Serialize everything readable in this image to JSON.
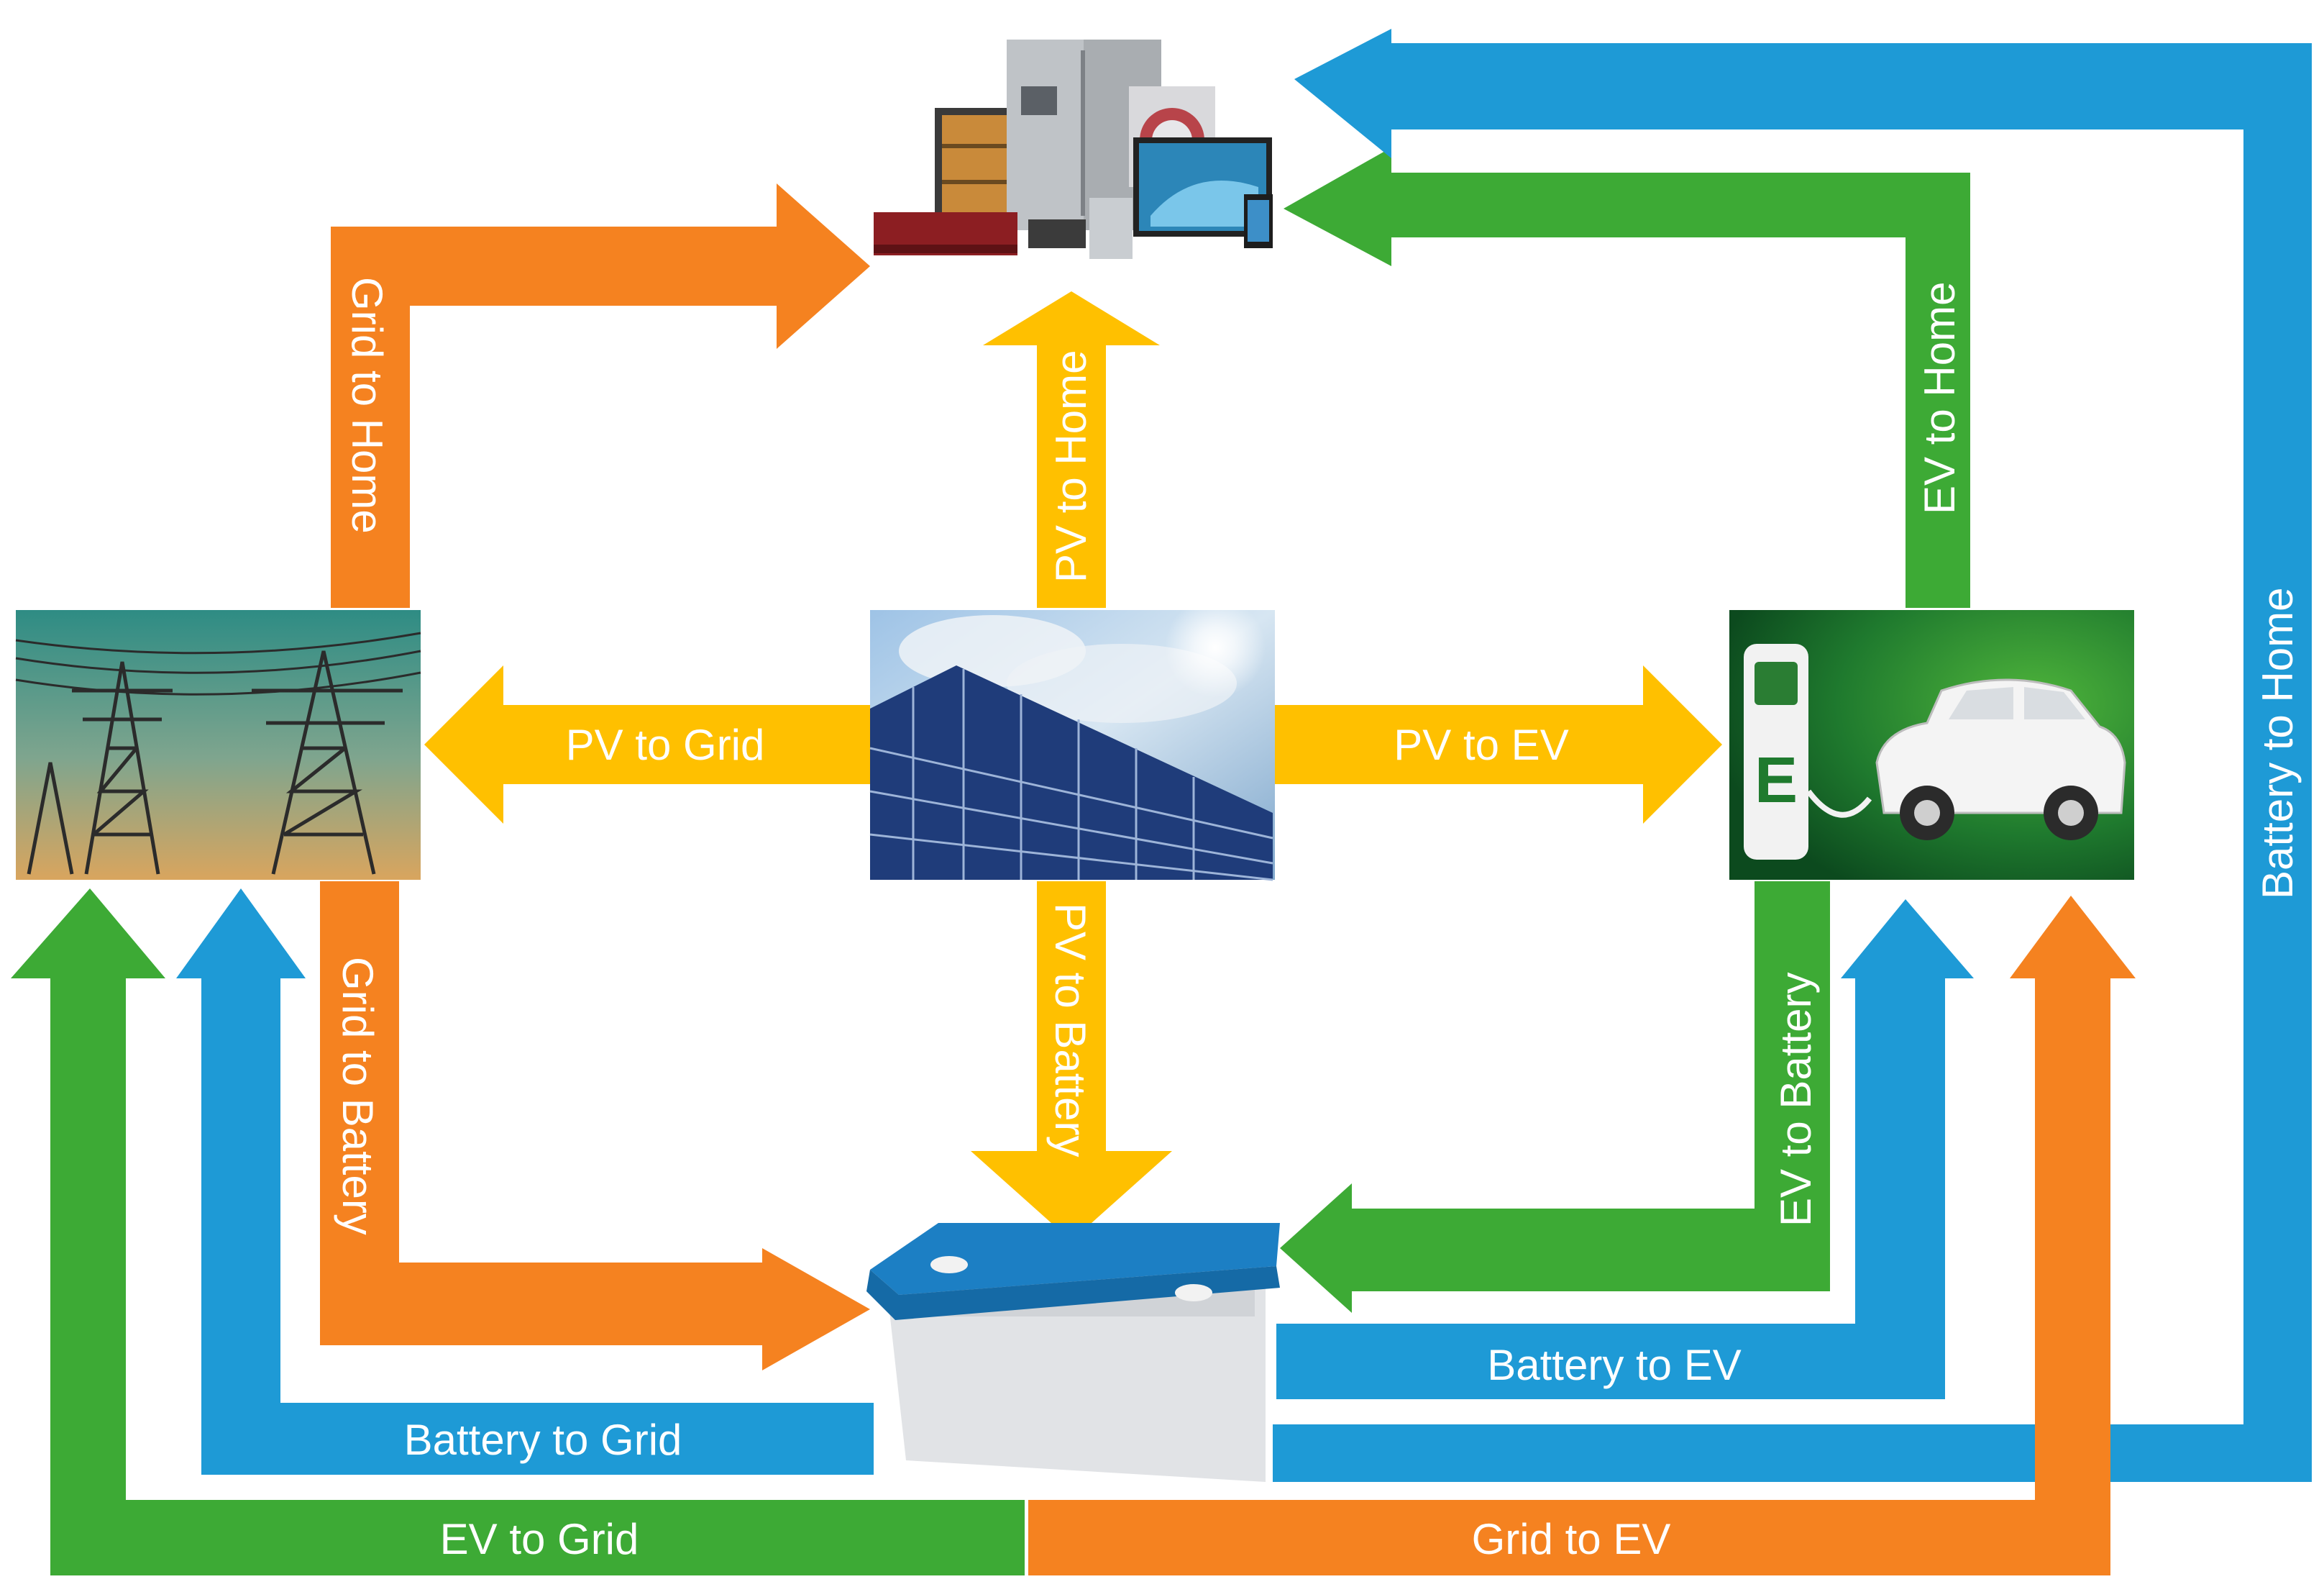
{
  "colors": {
    "grid": "#F58220",
    "pv": "#FFC000",
    "ev": "#3DAA35",
    "battery": "#1E9AD6"
  },
  "nodes": {
    "home": {
      "name": "Home appliances",
      "icon": "home-appliances-icon"
    },
    "grid": {
      "name": "Grid",
      "icon": "power-transmission-tower-icon"
    },
    "pv": {
      "name": "PV",
      "icon": "solar-panel-icon"
    },
    "ev": {
      "name": "EV",
      "icon": "ev-charging-station-icon"
    },
    "battery": {
      "name": "Battery",
      "icon": "battery-icon"
    }
  },
  "flows": {
    "grid_to_home": "Grid to Home",
    "pv_to_home": "PV to Home",
    "ev_to_home": "EV to Home",
    "battery_to_home": "Battery to Home",
    "pv_to_grid": "PV to Grid",
    "pv_to_ev": "PV to EV",
    "grid_to_battery": "Grid to Battery",
    "pv_to_battery": "PV to Battery",
    "ev_to_battery": "EV to Battery",
    "battery_to_ev": "Battery to EV",
    "battery_to_grid": "Battery to Grid",
    "ev_to_grid": "EV to Grid",
    "grid_to_ev": "Grid to EV"
  }
}
